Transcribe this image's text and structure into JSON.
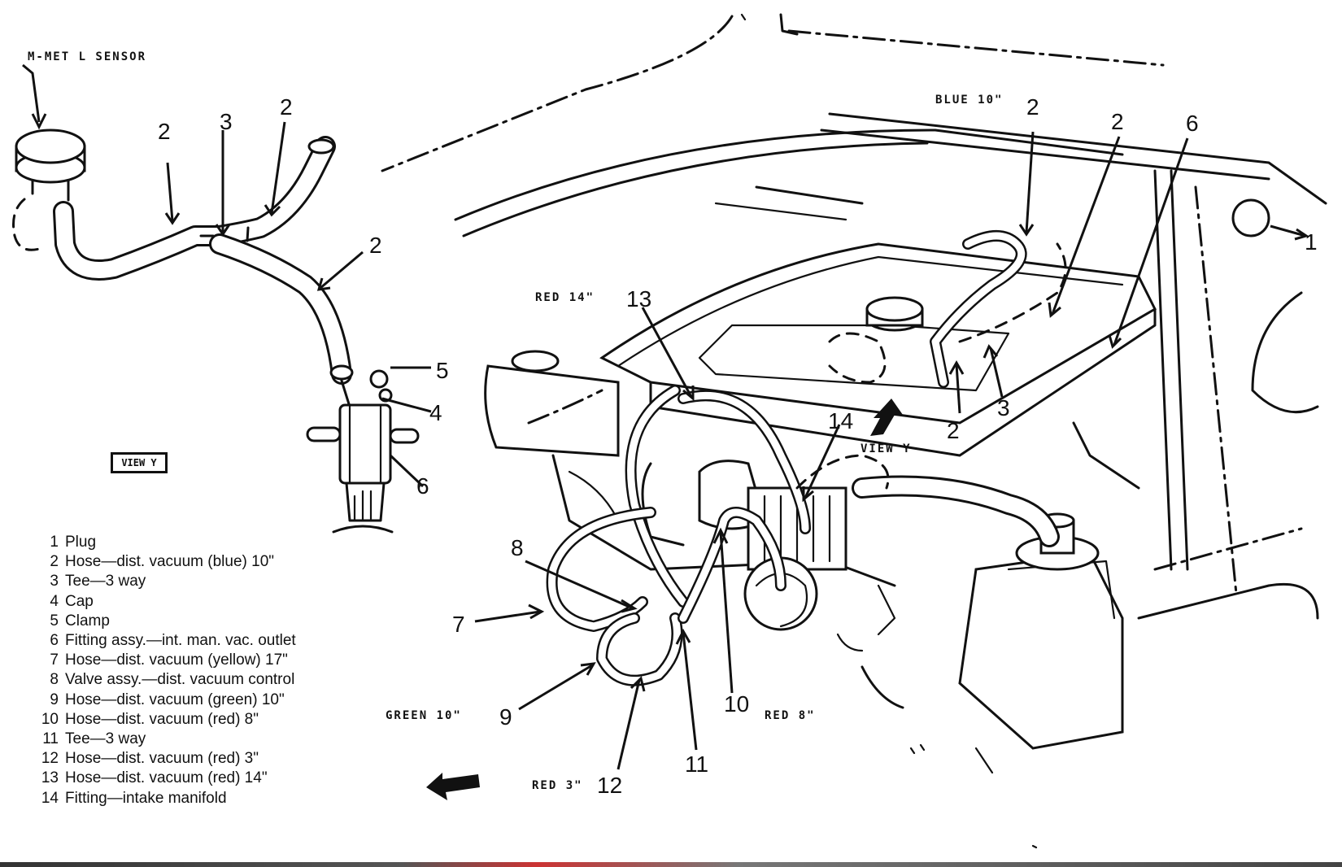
{
  "sensor_label": "M-MET L SENSOR",
  "tags": {
    "blue": "BLUE 10\"",
    "red14": "RED 14\"",
    "green": "GREEN 10\"",
    "red8": "RED 8\"",
    "red3": "RED 3\""
  },
  "view_box_label": "VIEW Y",
  "view_y_label": "VIEW Y",
  "callouts": {
    "left_2a": "2",
    "left_3": "3",
    "left_2b": "2",
    "left_2c": "2",
    "left_5": "5",
    "left_4": "4",
    "left_6": "6",
    "r_2a": "2",
    "r_2b": "2",
    "r_6": "6",
    "r_1": "1",
    "r_13": "13",
    "r_14": "14",
    "r_2c": "2",
    "r_3": "3",
    "r_8": "8",
    "r_7": "7",
    "r_9": "9",
    "r_10": "10",
    "r_11": "11",
    "r_12": "12"
  },
  "legend": [
    {
      "num": "1",
      "text": "Plug"
    },
    {
      "num": "2",
      "text": "Hose—dist. vacuum (blue) 10\""
    },
    {
      "num": "3",
      "text": "Tee—3 way"
    },
    {
      "num": "4",
      "text": "Cap"
    },
    {
      "num": "5",
      "text": "Clamp"
    },
    {
      "num": "6",
      "text": "Fitting assy.—int. man. vac. outlet"
    },
    {
      "num": "7",
      "text": "Hose—dist. vacuum (yellow) 17\""
    },
    {
      "num": "8",
      "text": "Valve assy.—dist. vacuum control"
    },
    {
      "num": "9",
      "text": "Hose—dist. vacuum (green) 10\""
    },
    {
      "num": "10",
      "text": "Hose—dist. vacuum (red) 8\""
    },
    {
      "num": "11",
      "text": "Tee—3 way"
    },
    {
      "num": "12",
      "text": "Hose—dist. vacuum (red) 3\""
    },
    {
      "num": "13",
      "text": "Hose—dist. vacuum (red) 14\""
    },
    {
      "num": "14",
      "text": "Fitting—intake manifold"
    }
  ]
}
